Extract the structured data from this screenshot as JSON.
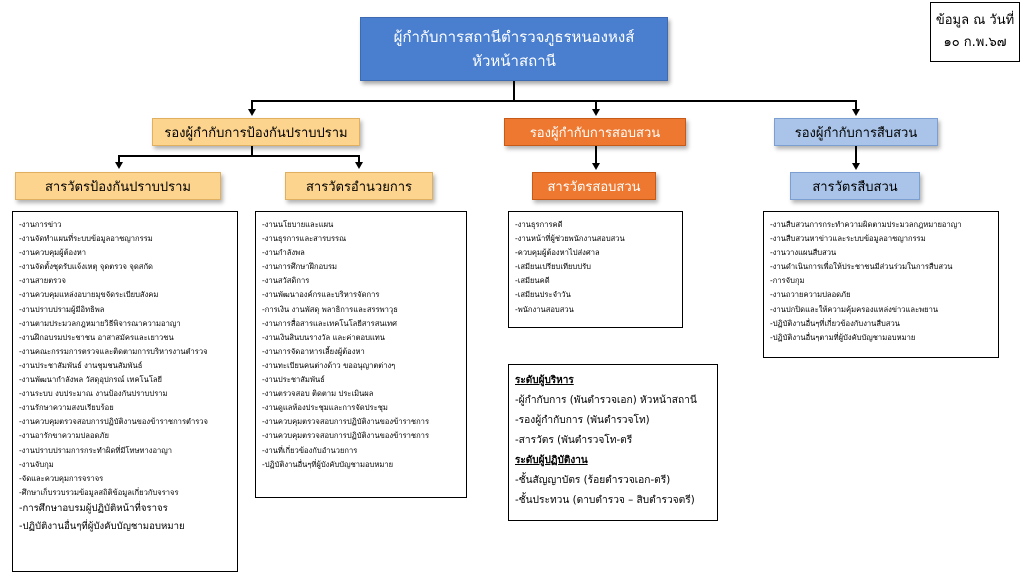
{
  "title": {
    "line1": "ผู้กำกับการสถานีตำรวจภูธรหนองหงส์",
    "line2": "หัวหน้าสถานี"
  },
  "date_box": {
    "line1": "ข้อมูล ณ วันที่",
    "line2": "๑๐ ก.พ.๖๗"
  },
  "deputies": [
    {
      "label": "รองผู้กำกับการป้องกันปราบปราม",
      "color": "#fcd48e"
    },
    {
      "label": "รองผู้กำกับการสอบสวน",
      "color": "#ee7830"
    },
    {
      "label": "รองผู้กำกับการสืบสวน",
      "color": "#a9c4e8"
    }
  ],
  "inspectors": [
    {
      "label": "สารวัตรป้องกันปราบปราม",
      "color": "#fcd48e"
    },
    {
      "label": "สารวัตรอำนวยการ",
      "color": "#fcd48e"
    },
    {
      "label": "สารวัตรสอบสวน",
      "color": "#ee7830"
    },
    {
      "label": "สารวัตรสืบสวน",
      "color": "#a9c4e8"
    }
  ],
  "duties": {
    "prevention": [
      "-งานการข่าว",
      "-งานจัดทำแผนที่ระบบข้อมูลอาชญากรรม",
      "-งานควบคุมผู้ต้องหา",
      "-งานจัดตั้งชุดรับแจ้งเหตุ จุดตรวจ จุดสกัด",
      "-งานสายตรวจ",
      "-งานควบคุมแหล่งอบายมุขจัดระเบียบสังคม",
      "-งานปราบปรามผู้มีอิทธิพล",
      "-งานตามประมวลกฎหมายวิธีพิจารณาความอาญา",
      "-งานฝึกอบรมประชาชน อาสาสมัครและเยาวชน",
      "-งานคณะกรรมการตรวจและติดตามการบริหารงานตำรวจ",
      "-งานประชาสัมพันธ์ งานชุมชนสัมพันธ์",
      "-งานพัฒนากำลังพล วัสดุอุปกรณ์ เทคโนโลยี",
      "-งานระบบ งบประมาณ งานป้องกันปราบปราม",
      "-งานรักษาความสงบเรียบร้อย",
      "-งานควบคุมตรวจสอบการปฏิบัติงานของข้าราชการตำรวจ",
      "-งานอารักขาความปลอดภัย",
      "-งานปราบปรามการกระทำผิดที่มีโทษทางอาญา",
      "-งานจับกุม",
      "-จัดและควบคุมการจราจร",
      "-ศึกษาเก็บรวบรวมข้อมูลสถิติข้อมูลเกี่ยวกับจราจร",
      "-การศึกษาอบรมผู้ปฏิบัติหน้าที่จราจร",
      "-ปฏิบัติงานอื่นๆที่ผู้บังคับบัญชามอบหมาย"
    ],
    "administration": [
      "-งานนโยบายและแผน",
      "-งานธุรการและสารบรรณ",
      "-งานกำลังพล",
      "-งานการศึกษาฝึกอบรม",
      "-งานสวัสดิการ",
      "-งานพัฒนาองค์กรและบริหารจัดการ",
      "-การเงิน งานพัสดุ พลาธิการและสรรพาวุธ",
      "-งานการสื่อสารและเทคโนโลยีสารสนเทศ",
      "-งานเงินสินบนรางวัล และค่าตอบแทน",
      "-งานการจัดอาหารเลี้ยงผู้ต้องหา",
      "-งานทะเบียนคนต่างด้าว ขออนุญาตต่างๆ",
      "-งานประชาสัมพันธ์",
      "-งานตรวจสอบ ติดตาม ประเมินผล",
      "-งานดูแลห้องประชุมและการจัดประชุม",
      "-งานควบคุมตรวจสอบการปฏิบัติงานของข้าราชการ",
      "-งานควบคุมตรวจสอบการปฏิบัติงานของข้าราชการ",
      "-งานที่เกี่ยวข้องกับอำนวยการ",
      "-ปฏิบัติงานอื่นๆที่ผู้บังคับบัญชามอบหมาย"
    ],
    "investigation": [
      "-งานธุรการคดี",
      "-งานหน้าที่ผู้ช่วยพนักงานสอบสวน",
      "-ควบคุมผู้ต้องหาไปส่งศาล",
      "-เสมียนเปรียบเทียบปรับ",
      "-เสมียนคดี",
      "-เสมียนประจำวัน",
      "-พนักงานสอบสวน"
    ],
    "detective": [
      "-งานสืบสวนการกระทำความผิดตามประมวลกฎหมายอาญา",
      "-งานสืบสวนหาข่าวและระบบข้อมูลอาชญากรรม",
      "-งานวางแผนสืบสวน",
      "-งานดำเนินการเพื่อให้ประชาชนมีส่วนร่วมในการสืบสวน",
      "-การจับกุม",
      "-งานถวายความปลอดภัย",
      "-งานปกปิดและให้ความคุ้มครองแหล่งข่าวและพยาน",
      "-ปฏิบัติงานอื่นๆที่เกี่ยวข้องกับงานสืบสวน",
      "-ปฏิบัติงานอื่นๆตามที่ผู้บังคับบัญชามอบหมาย"
    ]
  },
  "legend": {
    "exec_header": "ระดับผู้บริหาร",
    "exec_items": [
      "-ผู้กำกับการ (พันตำรวจเอก) หัวหน้าสถานี",
      "-รองผู้กำกับการ (พันตำรวจโท)",
      "-สารวัตร (พันตำรวจโท-ตรี"
    ],
    "ops_header": "ระดับผู้ปฏิบัติงาน",
    "ops_items": [
      "-ชั้นสัญญาบัตร (ร้อยตำรวจเอก-ตรี)",
      "-ชั้นประทวน (ดาบตำรวจ – สิบตำรวจตรี)"
    ]
  }
}
